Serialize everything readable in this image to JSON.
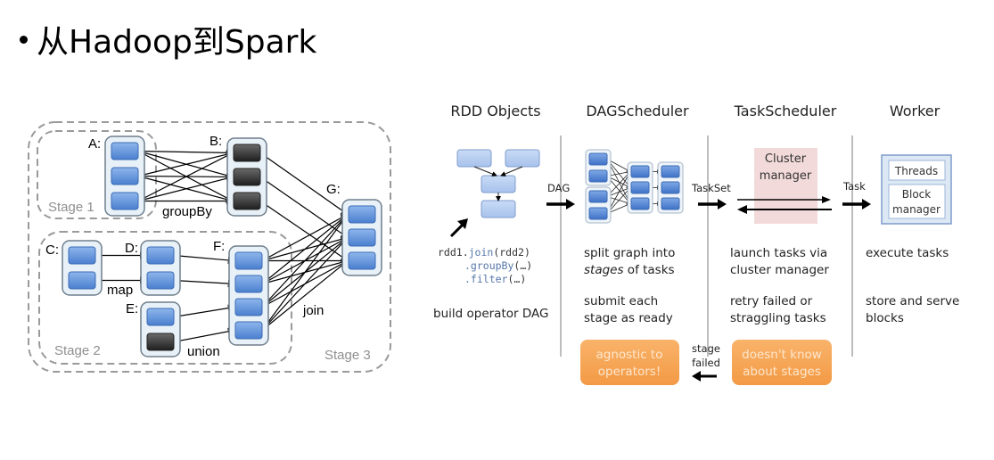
{
  "slide": {
    "title": "从Hadoop到Spark"
  },
  "left_diagram": {
    "rdds": {
      "A": {
        "label": "A:",
        "partitions": [
          "blue",
          "blue",
          "blue"
        ]
      },
      "B": {
        "label": "B:",
        "partitions": [
          "black",
          "black",
          "black"
        ]
      },
      "C": {
        "label": "C:",
        "partitions": [
          "blue",
          "blue"
        ]
      },
      "D": {
        "label": "D:",
        "partitions": [
          "blue",
          "blue"
        ]
      },
      "E": {
        "label": "E:",
        "partitions": [
          "blue",
          "black"
        ]
      },
      "F": {
        "label": "F:",
        "partitions": [
          "blue",
          "blue",
          "blue",
          "blue"
        ]
      },
      "G": {
        "label": "G:",
        "partitions": [
          "blue",
          "blue",
          "blue"
        ]
      }
    },
    "operations": {
      "groupBy": "groupBy",
      "map": "map",
      "union": "union",
      "join": "join"
    },
    "stages": {
      "stage1": "Stage 1",
      "stage2": "Stage 2",
      "stage3": "Stage 3"
    }
  },
  "right_diagram": {
    "columns": {
      "rdd_objects": {
        "header": "RDD Objects",
        "code_line1_obj": "rdd1.",
        "code_line1_fn": "join",
        "code_line1_arg": "(rdd2)",
        "code_line2_fn": ".groupBy",
        "code_line2_arg": "(…)",
        "code_line3_fn": ".filter",
        "code_line3_arg": "(…)",
        "desc": "build operator DAG"
      },
      "dag_scheduler": {
        "header": "DAGScheduler",
        "desc1_line1": "split graph into",
        "desc1_line2_em": "stages",
        "desc1_line2_rest": " of tasks",
        "desc2_line1": "submit each",
        "desc2_line2": "stage as ready",
        "callout_line1": "agnostic to",
        "callout_line2": "operators!"
      },
      "task_scheduler": {
        "header": "TaskScheduler",
        "cluster_manager_line1": "Cluster",
        "cluster_manager_line2": "manager",
        "desc1_line1": "launch tasks via",
        "desc1_line2": "cluster manager",
        "desc2_line1": "retry failed or",
        "desc2_line2": "straggling tasks",
        "callout_line1": "doesn't know",
        "callout_line2": "about stages"
      },
      "worker": {
        "header": "Worker",
        "threads": "Threads",
        "block_manager_line1": "Block",
        "block_manager_line2": "manager",
        "desc1": "execute tasks",
        "desc2_line1": "store and serve",
        "desc2_line2": "blocks"
      }
    },
    "arrows": {
      "dag": "DAG",
      "taskset": "TaskSet",
      "task": "Task",
      "stage_failed_line1": "stage",
      "stage_failed_line2": "failed"
    }
  },
  "colors": {
    "partition_blue": "#5b8fd8",
    "partition_black": "#3a3a3a",
    "rdd_container": "#e8f1f8",
    "callout_orange": "#f7a350",
    "cluster_manager_bg": "#f3dada",
    "worker_bg": "#dce8f4"
  }
}
